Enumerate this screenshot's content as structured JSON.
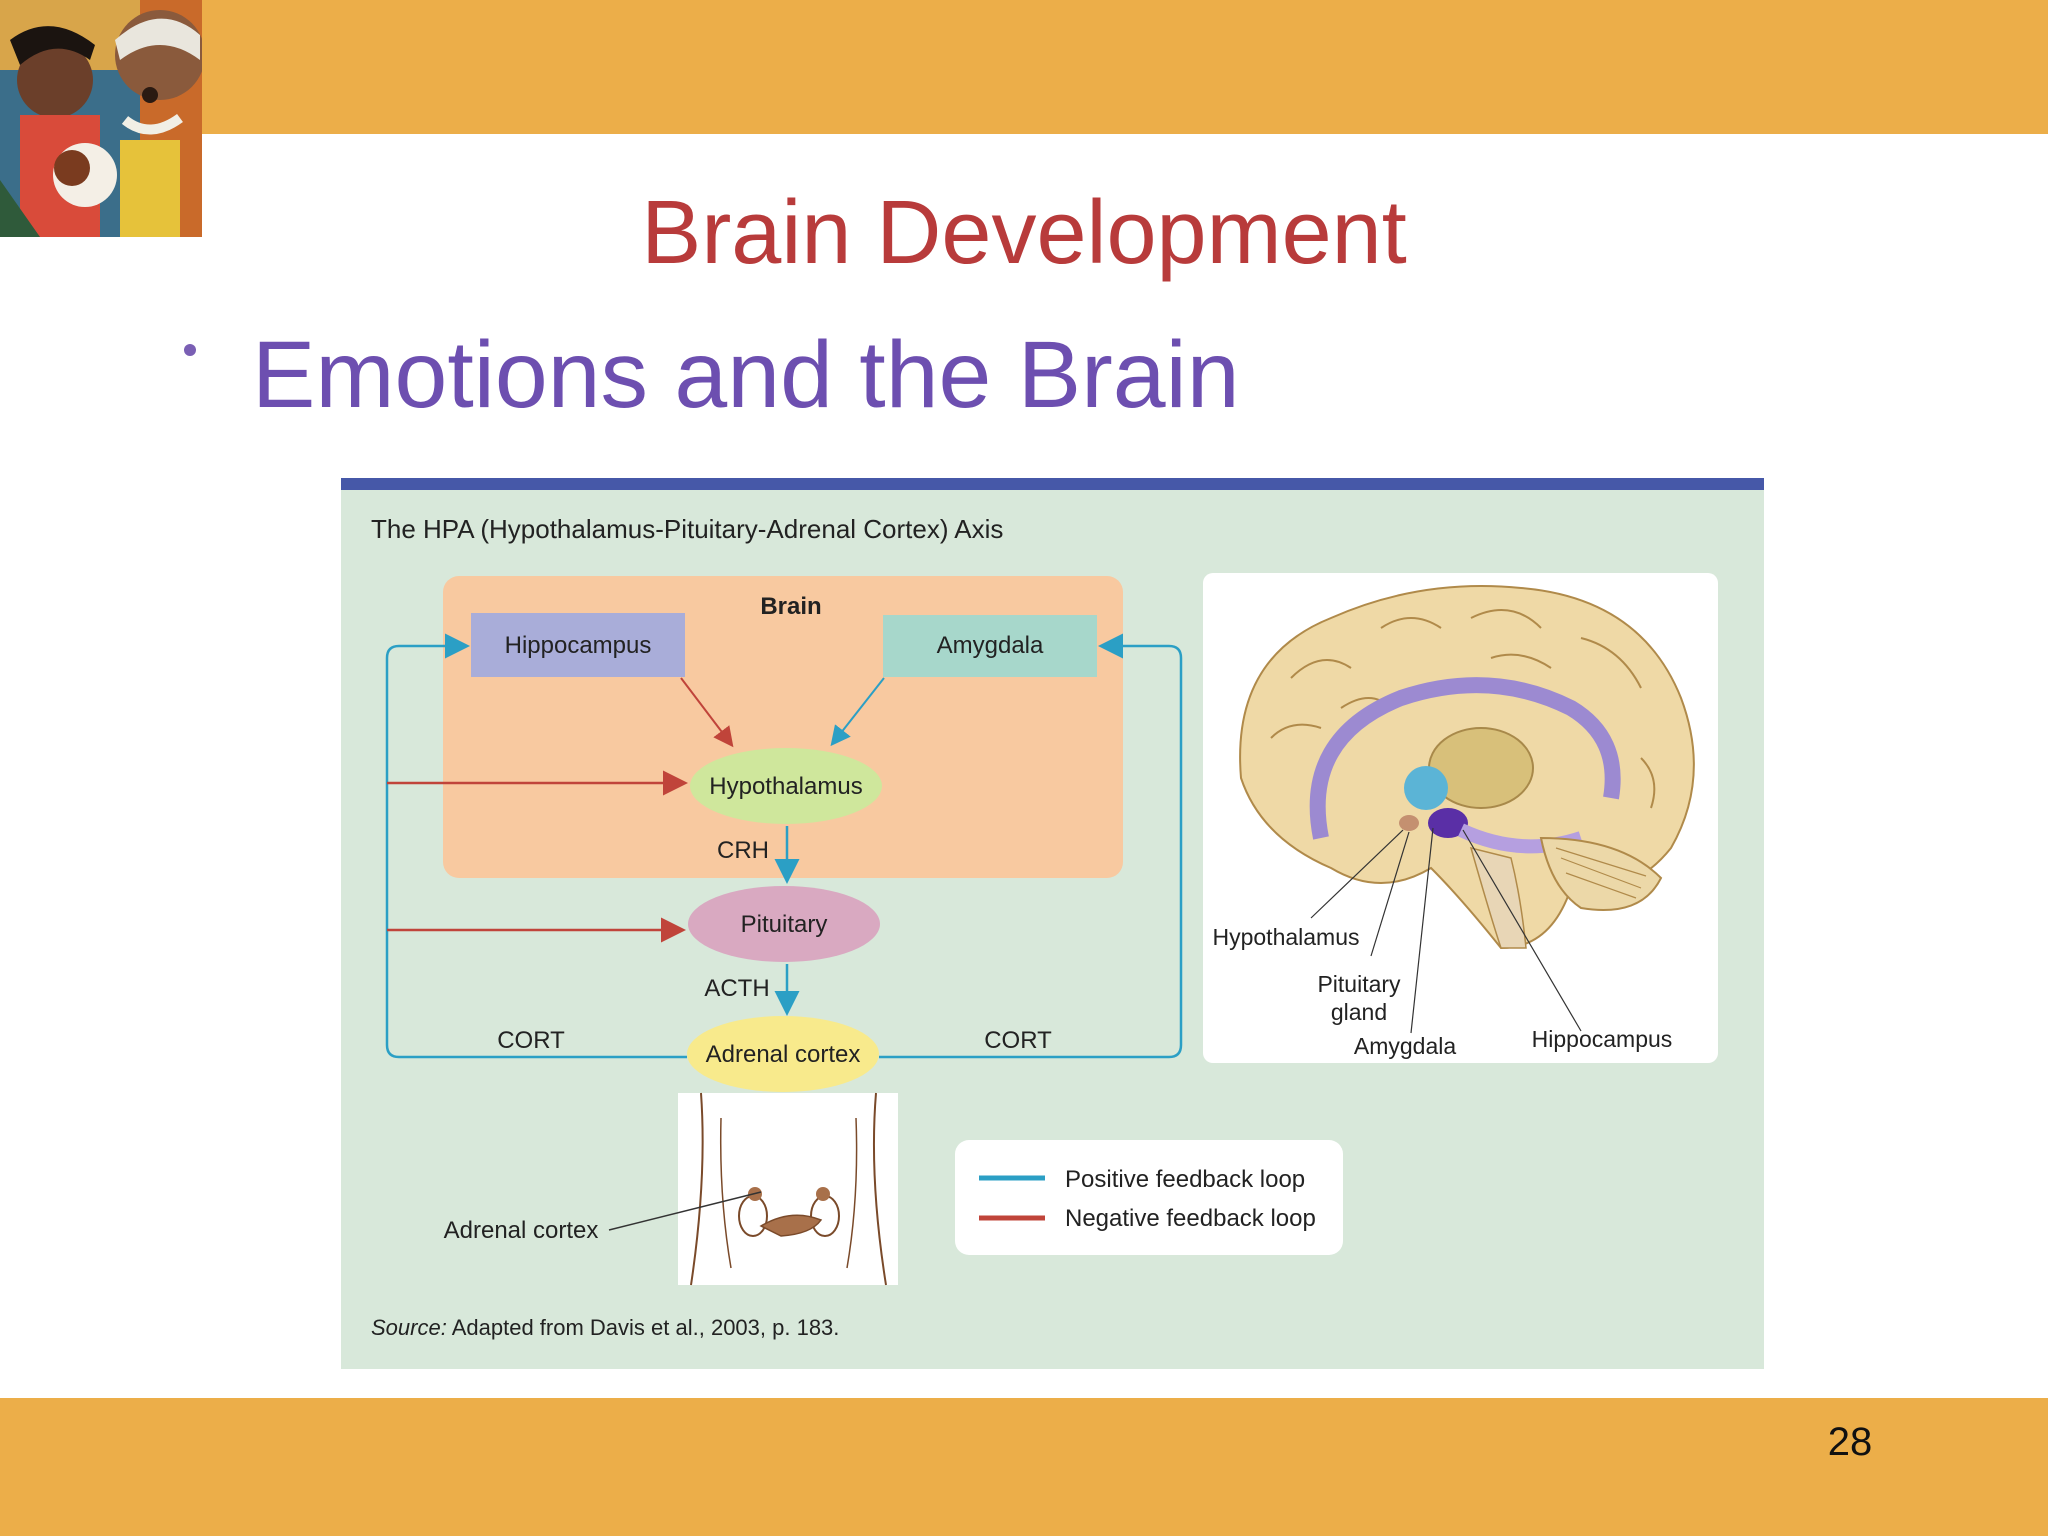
{
  "slide": {
    "title": "Brain Development",
    "bullet": "Emotions and the Brain",
    "page_number": "28"
  },
  "figure": {
    "title": "The HPA (Hypothalamus-Pituitary-Adrenal Cortex) Axis",
    "brain_box_label": "Brain",
    "nodes": {
      "hippocampus": "Hippocampus",
      "amygdala": "Amygdala",
      "hypothalamus": "Hypothalamus",
      "pituitary": "Pituitary",
      "adrenal_cortex": "Adrenal cortex"
    },
    "edge_labels": {
      "crh": "CRH",
      "acth": "ACTH",
      "cort_left": "CORT",
      "cort_right": "CORT"
    },
    "anatomy_labels": {
      "hypothalamus": "Hypothalamus",
      "pituitary_1": "Pituitary",
      "pituitary_2": "gland",
      "amygdala": "Amygdala",
      "hippocampus": "Hippocampus"
    },
    "torso_label": "Adrenal cortex",
    "legend": {
      "positive": "Positive feedback loop",
      "negative": "Negative feedback loop"
    },
    "source_prefix": "Source:",
    "source_text": " Adapted from Davis et al., 2003, p. 183."
  },
  "colors": {
    "band": "#ecae49",
    "title": "#b83b3b",
    "bullet": "#6d4fb0",
    "figure_bg": "#d8e8da",
    "figure_bar": "#4658a8",
    "positive_loop": "#2b9fc5",
    "negative_loop": "#c0443a",
    "brain_region": "#f8c9a0",
    "hippocampus_box": "#a9add9",
    "amygdala_box": "#a7d7cb",
    "hypothalamus_node": "#cfe79c",
    "pituitary_node": "#d9a9c1",
    "adrenal_node": "#f8ea8c"
  },
  "icons": [
    "corner-artwork",
    "brain-illustration",
    "torso-illustration"
  ]
}
